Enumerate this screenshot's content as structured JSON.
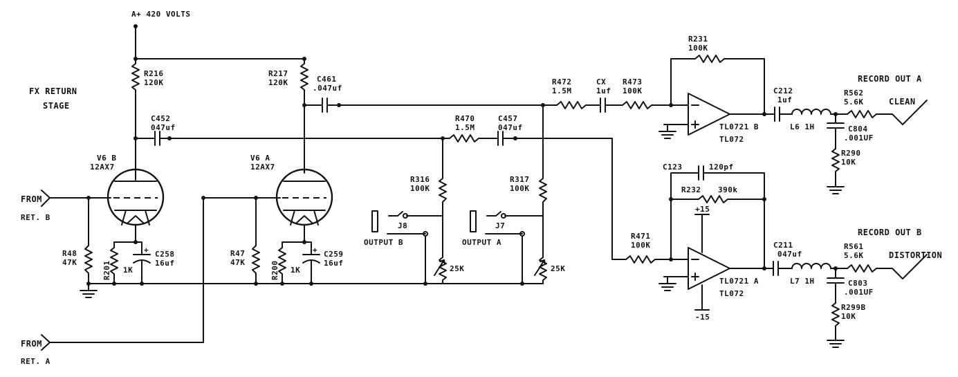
{
  "supply": "A+ 420 VOLTS",
  "stage_title": [
    "FX RETURN",
    "STAGE"
  ],
  "inputs": {
    "top": {
      "label": "FROM",
      "sub": "RET. B"
    },
    "bottom": {
      "label": "FROM",
      "sub": "RET. A"
    }
  },
  "tubes": {
    "v6b": {
      "name": "V6 B",
      "type": "12AX7"
    },
    "v6a": {
      "name": "V6 A",
      "type": "12AX7"
    }
  },
  "resistors": {
    "r216": {
      "name": "R216",
      "value": "120K"
    },
    "r217": {
      "name": "R217",
      "value": "120K"
    },
    "r48": {
      "name": "R48",
      "value": "47K"
    },
    "r201": {
      "name": "R201",
      "value": "1K"
    },
    "r47": {
      "name": "R47",
      "value": "47K"
    },
    "r200": {
      "name": "R200",
      "value": "1K"
    },
    "r316": {
      "name": "R316",
      "value": "100K"
    },
    "r317": {
      "name": "R317",
      "value": "100K"
    },
    "r470": {
      "name": "R470",
      "value": "1.5M"
    },
    "r472": {
      "name": "R472",
      "value": "1.5M"
    },
    "r473": {
      "name": "R473",
      "value": "100K"
    },
    "r231": {
      "name": "R231",
      "value": "100K"
    },
    "r232": {
      "name": "R232",
      "value": "390k"
    },
    "r471": {
      "name": "R471",
      "value": "100K"
    },
    "r562": {
      "name": "R562",
      "value": "5.6K"
    },
    "r561": {
      "name": "R561",
      "value": "5.6K"
    },
    "r290": {
      "name": "R290",
      "value": "10K"
    },
    "r299b": {
      "name": "R299B",
      "value": "10K"
    },
    "pot_b": {
      "value": "25K"
    },
    "pot_a": {
      "value": "25K"
    }
  },
  "capacitors": {
    "c461": {
      "name": "C461",
      "value": ".047uf"
    },
    "c452": {
      "name": "C452",
      "value": "047uf"
    },
    "c457": {
      "name": "C457",
      "value": "047uf"
    },
    "cx": {
      "name": "CX",
      "value": "1uf"
    },
    "c258": {
      "name": "C258",
      "value": "16uf"
    },
    "c259": {
      "name": "C259",
      "value": "16uf"
    },
    "c123": {
      "name": "C123",
      "value": "120pf"
    },
    "c212": {
      "name": "C212",
      "value": "1uf"
    },
    "c211": {
      "name": "C211",
      "value": "047uf"
    },
    "c804": {
      "name": "C804",
      "value": ".001UF"
    },
    "c803": {
      "name": "C803",
      "value": ".001UF"
    }
  },
  "inductors": {
    "l6": "L6 1H",
    "l7": "L7 1H"
  },
  "jacks": {
    "j8": {
      "name": "J8",
      "label": "OUTPUT B"
    },
    "j7": {
      "name": "J7",
      "label": "OUTPUT A"
    }
  },
  "opamps": {
    "top": {
      "part": "TL0721 B",
      "type": "TL072"
    },
    "bottom": {
      "part": "TL0721 A",
      "type": "TL072"
    }
  },
  "rails": {
    "pos": "+15",
    "neg": "-15"
  },
  "outputs": {
    "a": {
      "title": "RECORD OUT A",
      "tag": "CLEAN"
    },
    "b": {
      "title": "RECORD OUT B",
      "tag": "DISTORTION"
    }
  }
}
